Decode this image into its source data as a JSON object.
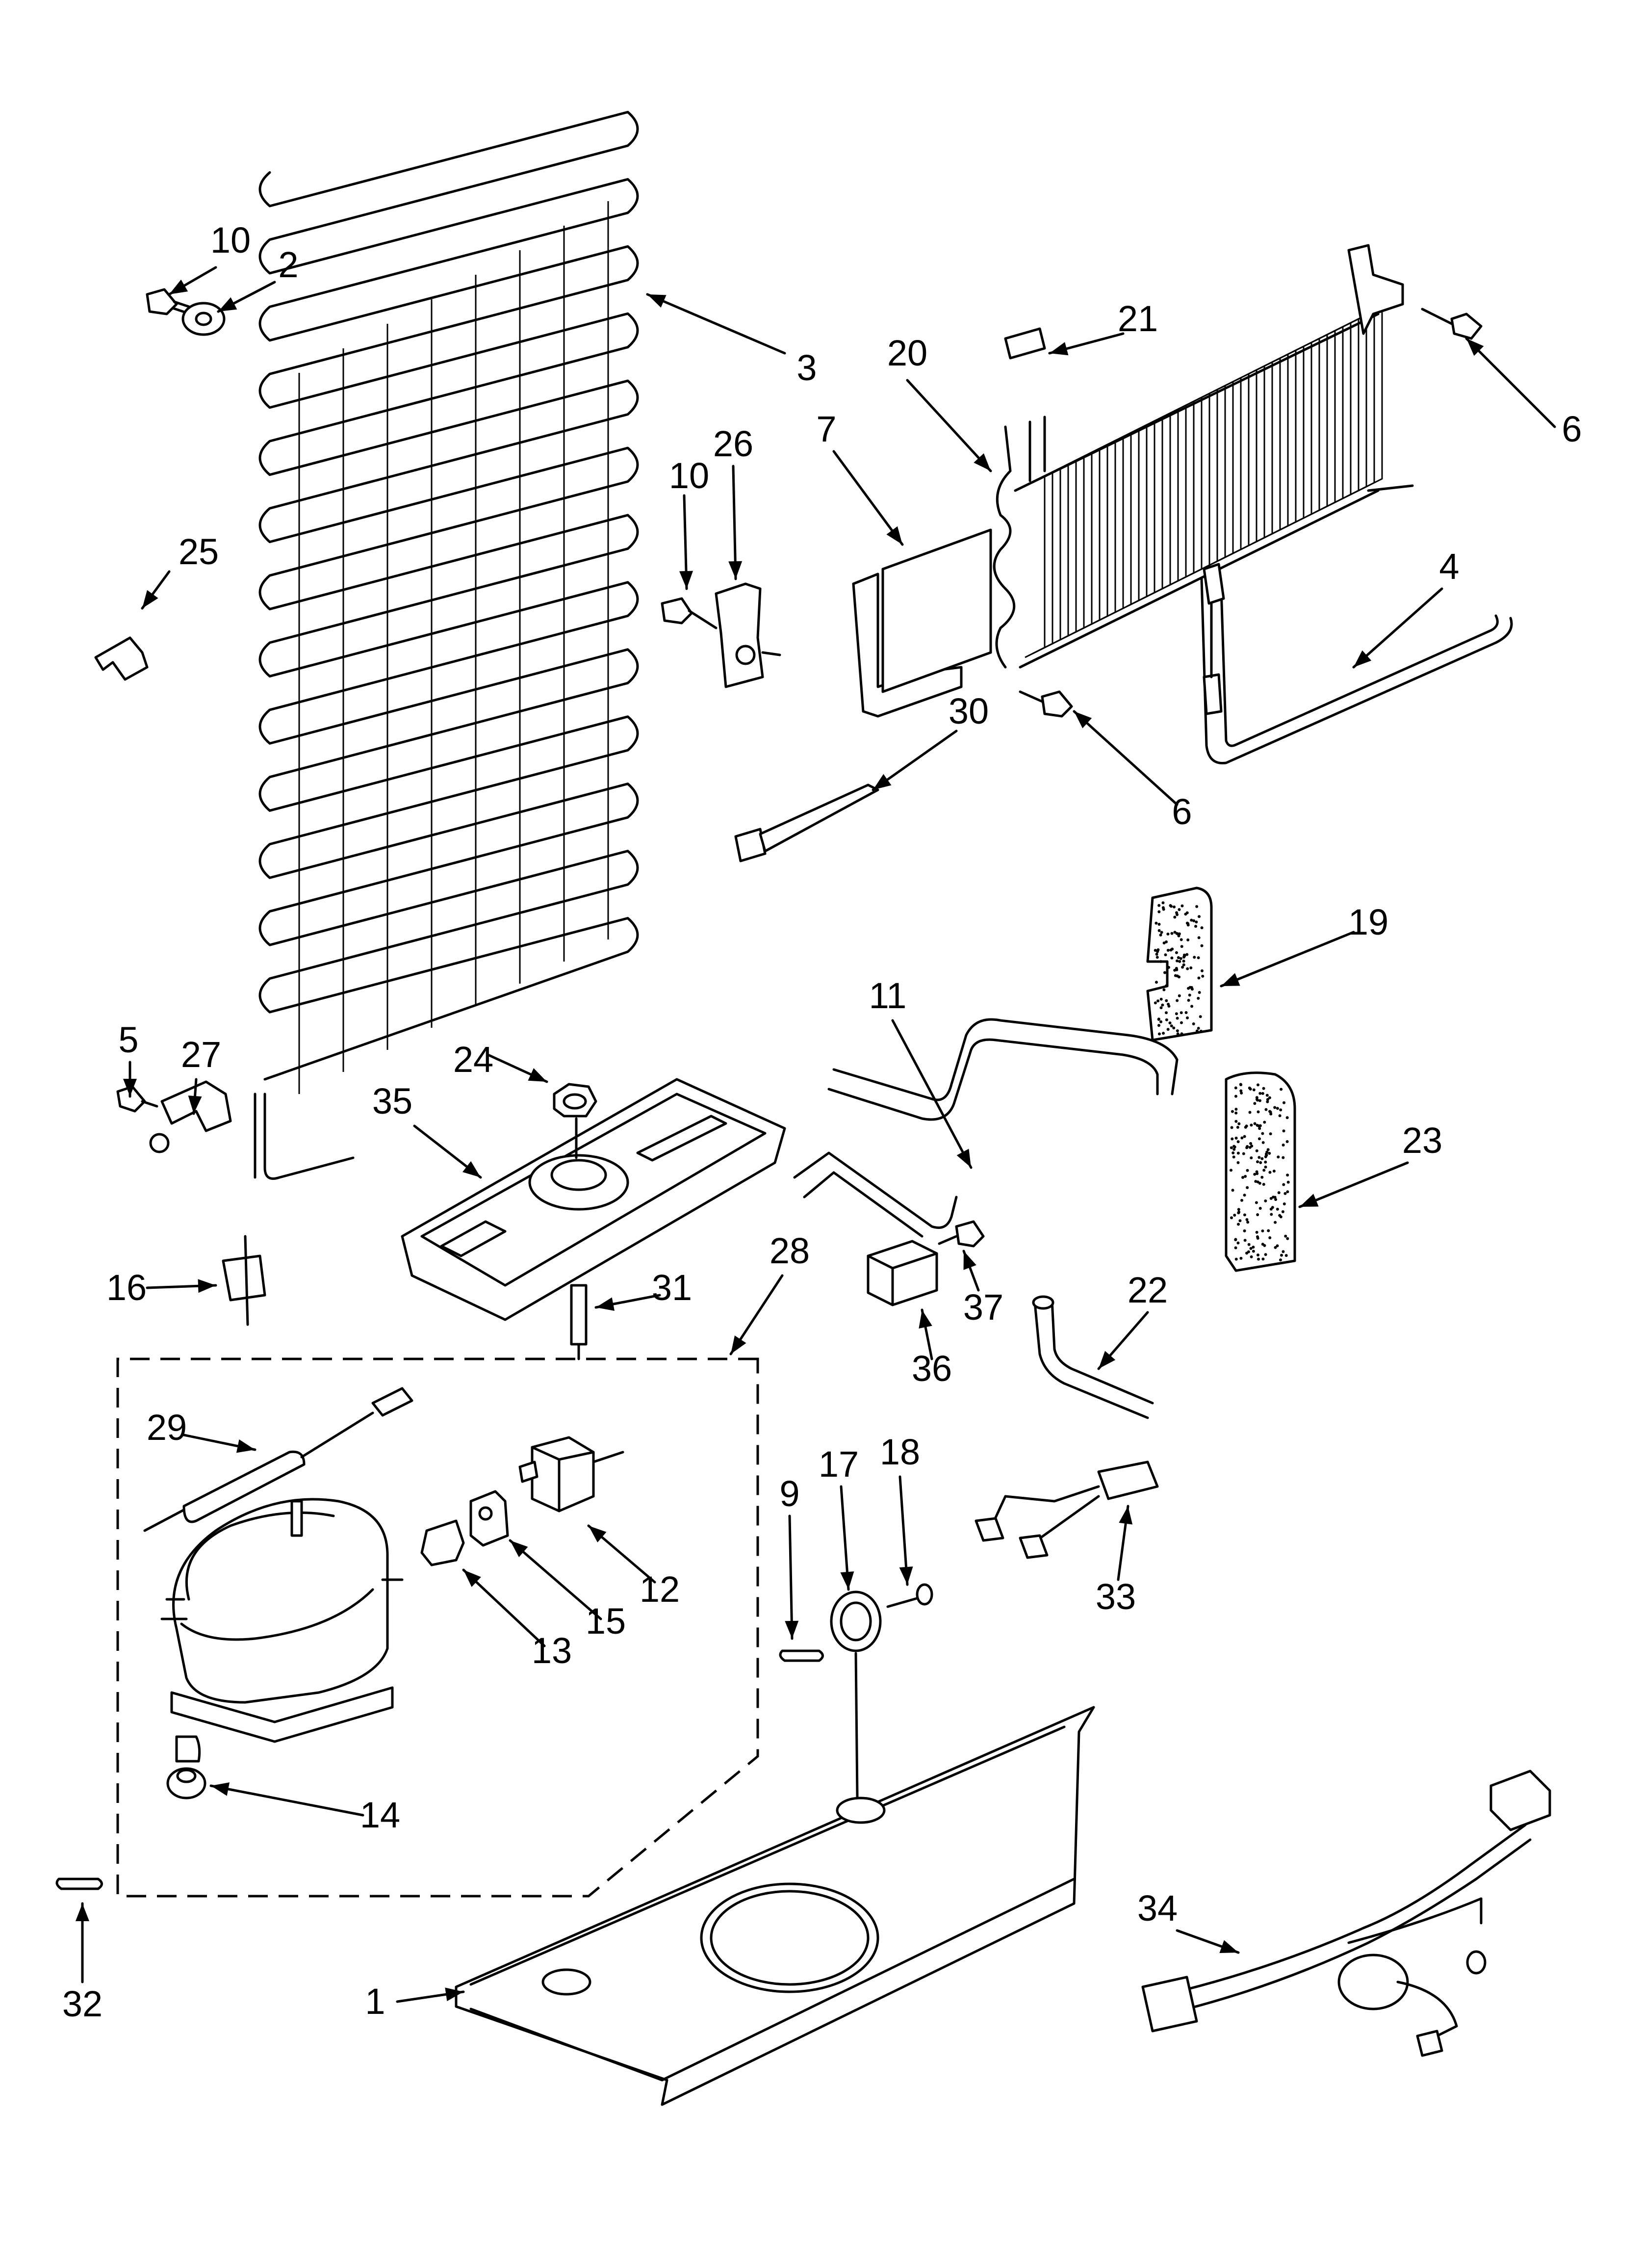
{
  "parts": [
    {
      "id": "p1",
      "number": "1"
    },
    {
      "id": "p2",
      "number": "2"
    },
    {
      "id": "p3",
      "number": "3"
    },
    {
      "id": "p4",
      "number": "4"
    },
    {
      "id": "p5",
      "number": "5"
    },
    {
      "id": "p6a",
      "number": "6"
    },
    {
      "id": "p6b",
      "number": "6"
    },
    {
      "id": "p7",
      "number": "7"
    },
    {
      "id": "p9",
      "number": "9"
    },
    {
      "id": "p10a",
      "number": "10"
    },
    {
      "id": "p10b",
      "number": "10"
    },
    {
      "id": "p11",
      "number": "11"
    },
    {
      "id": "p12",
      "number": "12"
    },
    {
      "id": "p13",
      "number": "13"
    },
    {
      "id": "p14",
      "number": "14"
    },
    {
      "id": "p15",
      "number": "15"
    },
    {
      "id": "p16",
      "number": "16"
    },
    {
      "id": "p17",
      "number": "17"
    },
    {
      "id": "p18",
      "number": "18"
    },
    {
      "id": "p19",
      "number": "19"
    },
    {
      "id": "p20",
      "number": "20"
    },
    {
      "id": "p21",
      "number": "21"
    },
    {
      "id": "p22",
      "number": "22"
    },
    {
      "id": "p23",
      "number": "23"
    },
    {
      "id": "p24",
      "number": "24"
    },
    {
      "id": "p25",
      "number": "25"
    },
    {
      "id": "p26",
      "number": "26"
    },
    {
      "id": "p27",
      "number": "27"
    },
    {
      "id": "p28",
      "number": "28"
    },
    {
      "id": "p29",
      "number": "29"
    },
    {
      "id": "p30",
      "number": "30"
    },
    {
      "id": "p31",
      "number": "31"
    },
    {
      "id": "p32",
      "number": "32"
    },
    {
      "id": "p33",
      "number": "33"
    },
    {
      "id": "p34",
      "number": "34"
    },
    {
      "id": "p35",
      "number": "35"
    },
    {
      "id": "p36",
      "number": "36"
    },
    {
      "id": "p37",
      "number": "37"
    }
  ]
}
